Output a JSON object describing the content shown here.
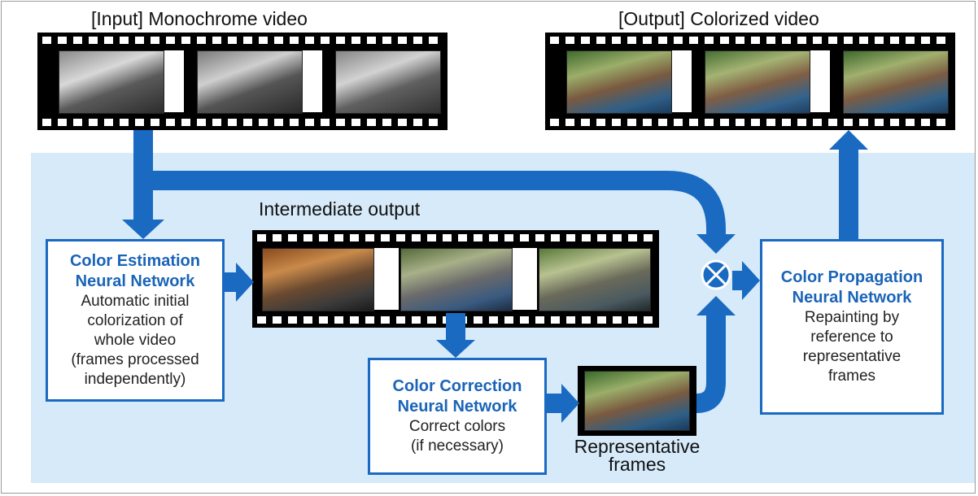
{
  "captions": {
    "input": "[Input] Monochrome video",
    "output": "[Output] Colorized video",
    "intermediate": "Intermediate output",
    "representative": "Representative\nframes"
  },
  "ellipsis": "...",
  "boxes": {
    "estimation": {
      "title": "Color Estimation\nNeural Network",
      "desc": "Automatic initial\ncolorization of\nwhole video\n(frames processed\nindependently)"
    },
    "correction": {
      "title": "Color Correction\nNeural Network",
      "desc": "Correct colors\n(if necessary)"
    },
    "propagation": {
      "title": "Color Propagation\nNeural Network",
      "desc": "Repainting by\nreference to\nrepresentative\nframes"
    }
  },
  "colors": {
    "arrow": "#1a6ac2",
    "panel": "#d6eafa",
    "box_border": "#1a6ac2",
    "title_text": "#1a64b8"
  },
  "icons": {
    "combine": "circled-times-icon"
  }
}
